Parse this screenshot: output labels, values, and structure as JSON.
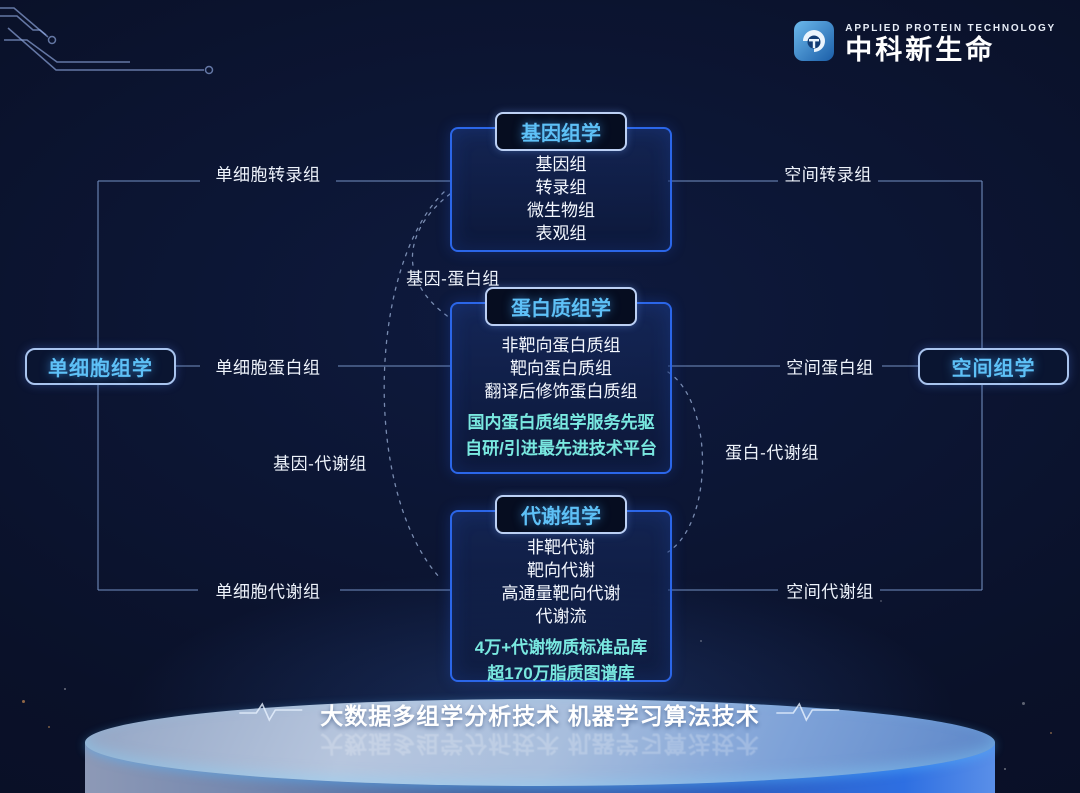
{
  "brand": {
    "tagline_en": "APPLIED PROTEIN TECHNOLOGY",
    "name_zh": "中科新生命"
  },
  "nodes": {
    "genomics": {
      "title": "基因组学",
      "items": [
        "基因组",
        "转录组",
        "微生物组",
        "表观组"
      ],
      "highlights": []
    },
    "proteomics": {
      "title": "蛋白质组学",
      "items": [
        "非靶向蛋白质组",
        "靶向蛋白质组",
        "翻译后修饰蛋白质组"
      ],
      "highlights": [
        "国内蛋白质组学服务先驱",
        "自研/引进最先进技术平台"
      ]
    },
    "metabolomics": {
      "title": "代谢组学",
      "items": [
        "非靶代谢",
        "靶向代谢",
        "高通量靶向代谢",
        "代谢流"
      ],
      "highlights": [
        "4万+代谢物质标准品库",
        "超170万脂质图谱库"
      ]
    },
    "single_cell": {
      "title": "单细胞组学"
    },
    "spatial": {
      "title": "空间组学"
    }
  },
  "edges": {
    "single_cell_transcriptome": "单细胞转录组",
    "spatial_transcriptome": "空间转录组",
    "single_cell_proteome": "单细胞蛋白组",
    "spatial_proteome": "空间蛋白组",
    "single_cell_metabolome": "单细胞代谢组",
    "spatial_metabolome": "空间代谢组",
    "gene_protein": "基因-蛋白组",
    "gene_metabolite": "基因-代谢组",
    "protein_metabolite": "蛋白-代谢组"
  },
  "banner": {
    "text": "大数据多组学分析技术 机器学习算法技术"
  },
  "colors": {
    "background_navy": "#0a1129",
    "node_border_blue": "#2b66e8",
    "title_light_blue": "#5ec1f7",
    "highlight_cyan": "#79e8e0",
    "edge_line": "#6e89ba",
    "podium_blue": "#2e6fe2"
  }
}
